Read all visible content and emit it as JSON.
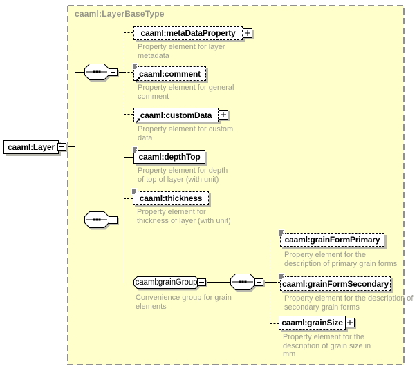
{
  "container": {
    "title": "caaml:LayerBaseType"
  },
  "root": {
    "label": "caaml:Layer"
  },
  "nodes": {
    "metaDataProperty": {
      "label": "caaml:metaDataProperty",
      "caption": "Property element for layer\nmetadata"
    },
    "comment": {
      "label": "caaml:comment",
      "caption": "Property element for general\ncomment"
    },
    "customData": {
      "label": "caaml:customData",
      "caption": "Property element for custom\ndata"
    },
    "depthTop": {
      "label": "caaml:depthTop",
      "caption": "Property element for depth\nof top of layer (with unit)"
    },
    "thickness": {
      "label": "caaml:thickness",
      "caption": "Property element for\nthickness of layer (with unit)"
    },
    "grainGroup": {
      "label": "caaml:grainGroup",
      "caption": "Convenience group for grain\nelements"
    },
    "grainFormPrimary": {
      "label": "caaml:grainFormPrimary",
      "caption": "Property element for the\ndescription of primary grain forms"
    },
    "grainFormSecondary": {
      "label": "caaml:grainFormSecondary",
      "caption": "Property element for the description of\nsecondary grain forms"
    },
    "grainSize": {
      "label": "caaml:grainSize",
      "caption": "Property element for the\ndescription of grain size in\nmm"
    }
  },
  "icons": {
    "expand": "+",
    "collapse": "-",
    "annotation": "≡",
    "reference": "↗",
    "sequence": "-▪▪▪-"
  },
  "colors": {
    "container_fill": "#ffffcc",
    "container_border": "#909090",
    "node_fill": "#ffffff",
    "node_border": "#000000",
    "caption": "#9c9c92",
    "title": "#95958b",
    "shadow": "#b8b8ae"
  }
}
